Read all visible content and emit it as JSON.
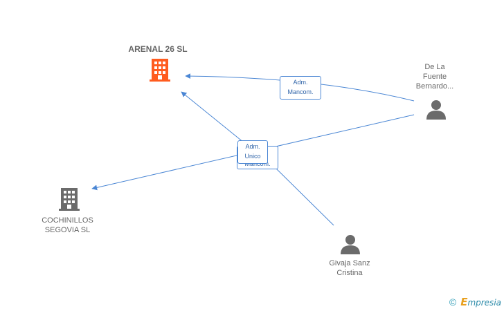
{
  "nodes": {
    "arenal": {
      "label": "ARENAL 26 SL",
      "icon": "building-icon",
      "color": "#ff5c1f"
    },
    "cochinillos": {
      "label": "COCHINILLOS\nSEGOVIA SL",
      "icon": "building-icon",
      "color": "#6b6b6b"
    },
    "delafuente": {
      "label": "De La\nFuente\nBernardo...",
      "icon": "person-icon",
      "color": "#6b6b6b"
    },
    "givaja": {
      "label": "Givaja Sanz\nCristina",
      "icon": "person-icon",
      "color": "#6b6b6b"
    }
  },
  "edges": {
    "delafuente_arenal": {
      "label": "Adm.\nMancom."
    },
    "givaja_arenal": {
      "label": "Adm.\nUnico"
    },
    "delafuente_cochinillos": {
      "label": "Adm.\nMancom."
    }
  },
  "colors": {
    "edge": "#4a86d4",
    "edge_text": "#2e63a8"
  },
  "footer": {
    "copyright": "©",
    "brand_initial": "E",
    "brand_rest": "mpresia"
  }
}
